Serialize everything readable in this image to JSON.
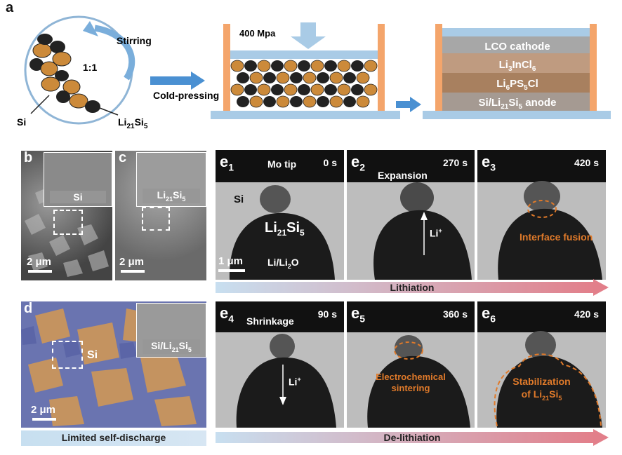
{
  "panel_a": {
    "label": "a",
    "stirring": "Stirring",
    "ratio": "1:1",
    "si": "Si",
    "li21si5": "Li",
    "li21si5_sub1": "21",
    "li21si5_si": "Si",
    "li21si5_sub2": "5",
    "pressure": "400 Mpa",
    "cold_pressing": "Cold-pressing",
    "layers": {
      "cathode": "LCO cathode",
      "li3incl6_a": "Li",
      "li3incl6_b": "3",
      "li3incl6_c": "InCl",
      "li3incl6_d": "6",
      "li6ps5cl_a": "Li",
      "li6ps5cl_b": "6",
      "li6ps5cl_c": "PS",
      "li6ps5cl_d": "5",
      "li6ps5cl_e": "Cl",
      "anode_a": "Si/Li",
      "anode_b": "21",
      "anode_c": "Si",
      "anode_d": "5",
      "anode_e": " anode"
    }
  },
  "panel_b": {
    "label": "b",
    "inset_tag": "Si",
    "scale": "2 μm"
  },
  "panel_c": {
    "label": "c",
    "inset_tag_a": "Li",
    "inset_tag_b": "21",
    "inset_tag_c": "Si",
    "inset_tag_d": "5",
    "scale": "2 μm"
  },
  "panel_d": {
    "label": "d",
    "si": "Si",
    "inset_tag_a": "Si/Li",
    "inset_tag_b": "21",
    "inset_tag_c": "Si",
    "inset_tag_d": "5",
    "scale": "2 μm",
    "bar": "Limited self-discharge"
  },
  "panel_e": {
    "e1": {
      "label": "e",
      "sub": "1",
      "time": "0 s",
      "mo_tip": "Mo tip",
      "si": "Si",
      "li21si5_a": "Li",
      "li21si5_b": "21",
      "li21si5_c": "Si",
      "li21si5_d": "5",
      "lili2o_a": "Li/Li",
      "lili2o_b": "2",
      "lili2o_c": "O",
      "scale": "1 μm"
    },
    "e2": {
      "label": "e",
      "sub": "2",
      "time": "270 s",
      "expansion": "Expansion",
      "li": "Li",
      "plus": "+"
    },
    "e3": {
      "label": "e",
      "sub": "3",
      "time": "420 s",
      "fusion": "Interface fusion"
    },
    "e4": {
      "label": "e",
      "sub": "4",
      "time": "90 s",
      "shrinkage": "Shrinkage",
      "li": "Li",
      "plus": "+"
    },
    "e5": {
      "label": "e",
      "sub": "5",
      "time": "360 s",
      "sintering_1": "Electrochemical",
      "sintering_2": "sintering"
    },
    "e6": {
      "label": "e",
      "sub": "6",
      "time": "420 s",
      "stab_1": "Stabilization",
      "stab_2a": "of Li",
      "stab_2b": "21",
      "stab_2c": "Si",
      "stab_2d": "5"
    },
    "lithiation": "Lithiation",
    "delithiation": "De-lithiation"
  },
  "colors": {
    "orange": "#e07a2a",
    "blue_frame": "#a9cbe6",
    "arrow_blue": "#4a90d2"
  }
}
